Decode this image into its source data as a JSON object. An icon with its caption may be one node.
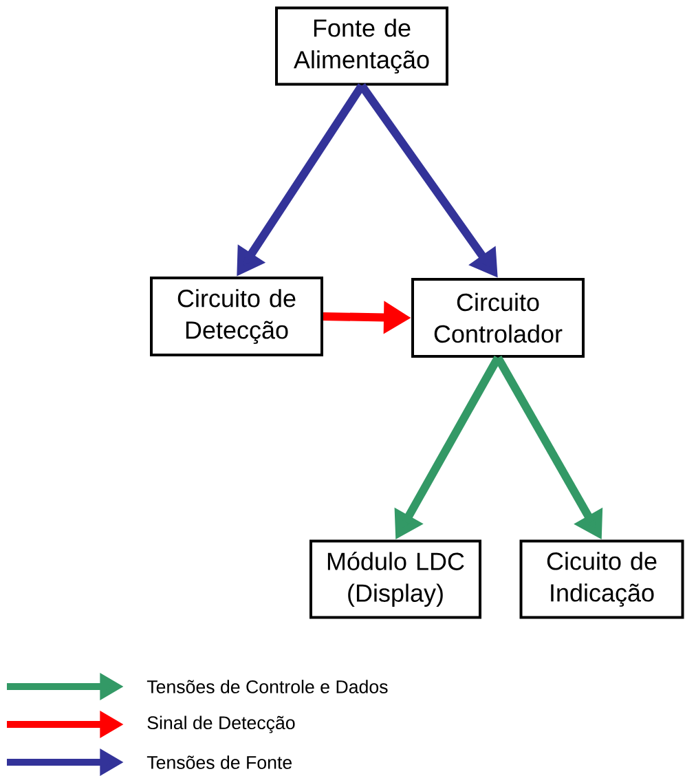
{
  "diagram": {
    "nodes": [
      {
        "text": [
          "Fonte de Alimentação"
        ]
      },
      {
        "text": [
          "Circuito de Detecção"
        ]
      },
      {
        "text": [
          "Circuito Controlador"
        ]
      },
      {
        "text": [
          "Módulo LDC (Display)"
        ]
      },
      {
        "text": [
          "Cicuito de Indicação"
        ]
      }
    ],
    "edges": [
      {
        "from": 0,
        "to": 1,
        "arrow": "to",
        "color": "#333399"
      },
      {
        "from": 0,
        "to": 2,
        "arrow": "to",
        "color": "#333399"
      },
      {
        "from": 1,
        "to": 2,
        "arrow": "to",
        "color": "#ff0000"
      },
      {
        "from": 2,
        "to": 3,
        "arrow": "to",
        "color": "#339966"
      },
      {
        "from": 2,
        "to": 4,
        "arrow": "to",
        "color": "#339966"
      }
    ],
    "legend": [
      {
        "text": "Tensões de Controle e Dados",
        "color": "#339966"
      },
      {
        "text": "Sinal de Detecção",
        "color": "#ff0000"
      },
      {
        "text": "Tensões de Fonte",
        "color": "#333399"
      }
    ]
  }
}
